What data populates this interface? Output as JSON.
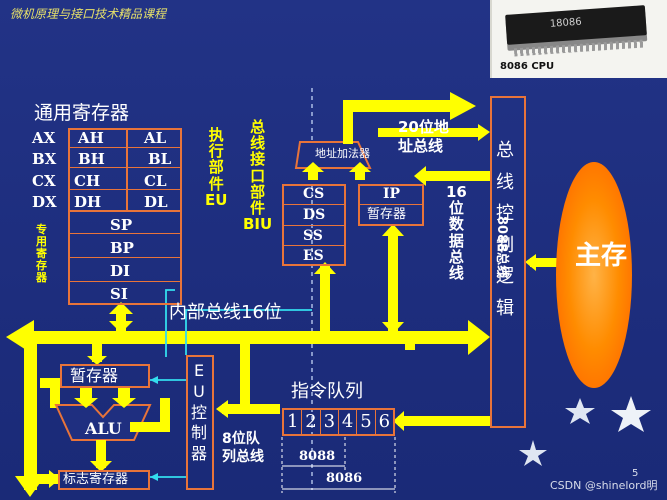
{
  "course_title": "微机原理与接口技术精品课程",
  "chip_photo": {
    "chip_marking": "18086",
    "caption": "8086 CPU"
  },
  "registers": {
    "title": "通用寄存器",
    "rows": [
      "AX",
      "BX",
      "CX",
      "DX"
    ],
    "high": [
      "AH",
      "BH",
      "CH",
      "DH"
    ],
    "low": [
      "AL",
      "BL",
      "CL",
      "DL"
    ],
    "special": [
      "SP",
      "BP",
      "DI",
      "SI"
    ],
    "special_label": [
      "专",
      "用",
      "寄",
      "存",
      "器"
    ]
  },
  "eu_label": [
    "执",
    "行",
    "部",
    "件",
    "EU"
  ],
  "biu_label": [
    "总",
    "线",
    "接",
    "口",
    "部",
    "件",
    "BIU"
  ],
  "address_adder": "地址加法器",
  "segment_regs": [
    "CS",
    "DS",
    "SS",
    "ES"
  ],
  "ip_reg": "IP",
  "temp_reg_biu": "暂存器",
  "addr_bus": [
    "20位地",
    "址总线"
  ],
  "data_bus": [
    "16",
    "位",
    "数",
    "据",
    "总",
    "线"
  ],
  "bus_control": [
    "总",
    "线",
    "控",
    "制",
    "逻",
    "辑"
  ],
  "bus_8088": "8088总线",
  "main_memory": "主存",
  "internal_bus": "内部总线16位",
  "temp_reg_eu": "暂存器",
  "alu": "ALU",
  "flags_reg": "标志寄存器",
  "eu_controller": [
    "E",
    "U",
    "控",
    "制",
    "器"
  ],
  "queue_title": "指令队列",
  "queue_cells": [
    "1",
    "2",
    "3",
    "4",
    "5",
    "6"
  ],
  "queue_bus": [
    "8位队",
    "列总线"
  ],
  "queue_8088": "8088",
  "queue_8086": "8086",
  "watermark": "CSDN @shinelord明",
  "page_number": "5",
  "colors": {
    "background": "#1f2f80",
    "bus_yellow": "#ffff00",
    "border_orange": "#e8743a",
    "memory_orange": "#ff8c00",
    "text_yellow": "#ffff00"
  }
}
